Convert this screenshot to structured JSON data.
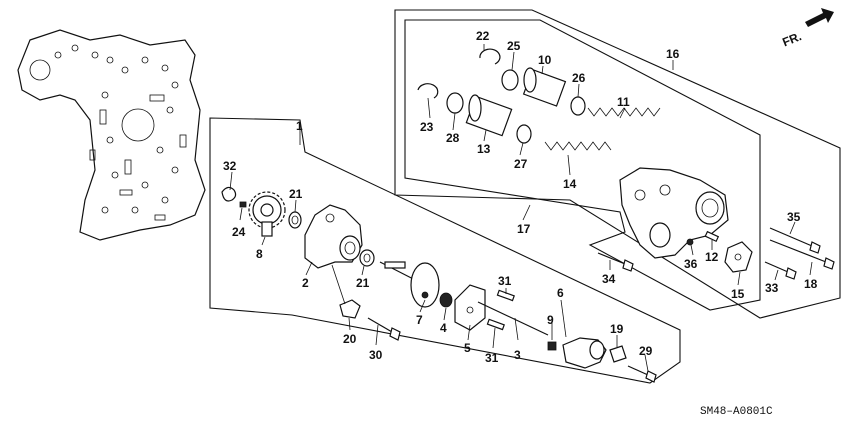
{
  "direction_label": "FR.",
  "diagram_code": "SM48–A0801C",
  "callouts": {
    "c1": "1",
    "c2": "2",
    "c3": "3",
    "c4": "4",
    "c5": "5",
    "c6": "6",
    "c7": "7",
    "c8": "8",
    "c9": "9",
    "c10": "10",
    "c11": "11",
    "c12": "12",
    "c13": "13",
    "c14": "14",
    "c15": "15",
    "c16": "16",
    "c17": "17",
    "c18": "18",
    "c19": "19",
    "c20": "20",
    "c21a": "21",
    "c21b": "21",
    "c22": "22",
    "c23": "23",
    "c24": "24",
    "c25": "25",
    "c26": "26",
    "c27": "27",
    "c28": "28",
    "c29": "29",
    "c30": "30",
    "c31a": "31",
    "c31b": "31",
    "c32": "32",
    "c33": "33",
    "c34": "34",
    "c35": "35",
    "c36": "36"
  }
}
